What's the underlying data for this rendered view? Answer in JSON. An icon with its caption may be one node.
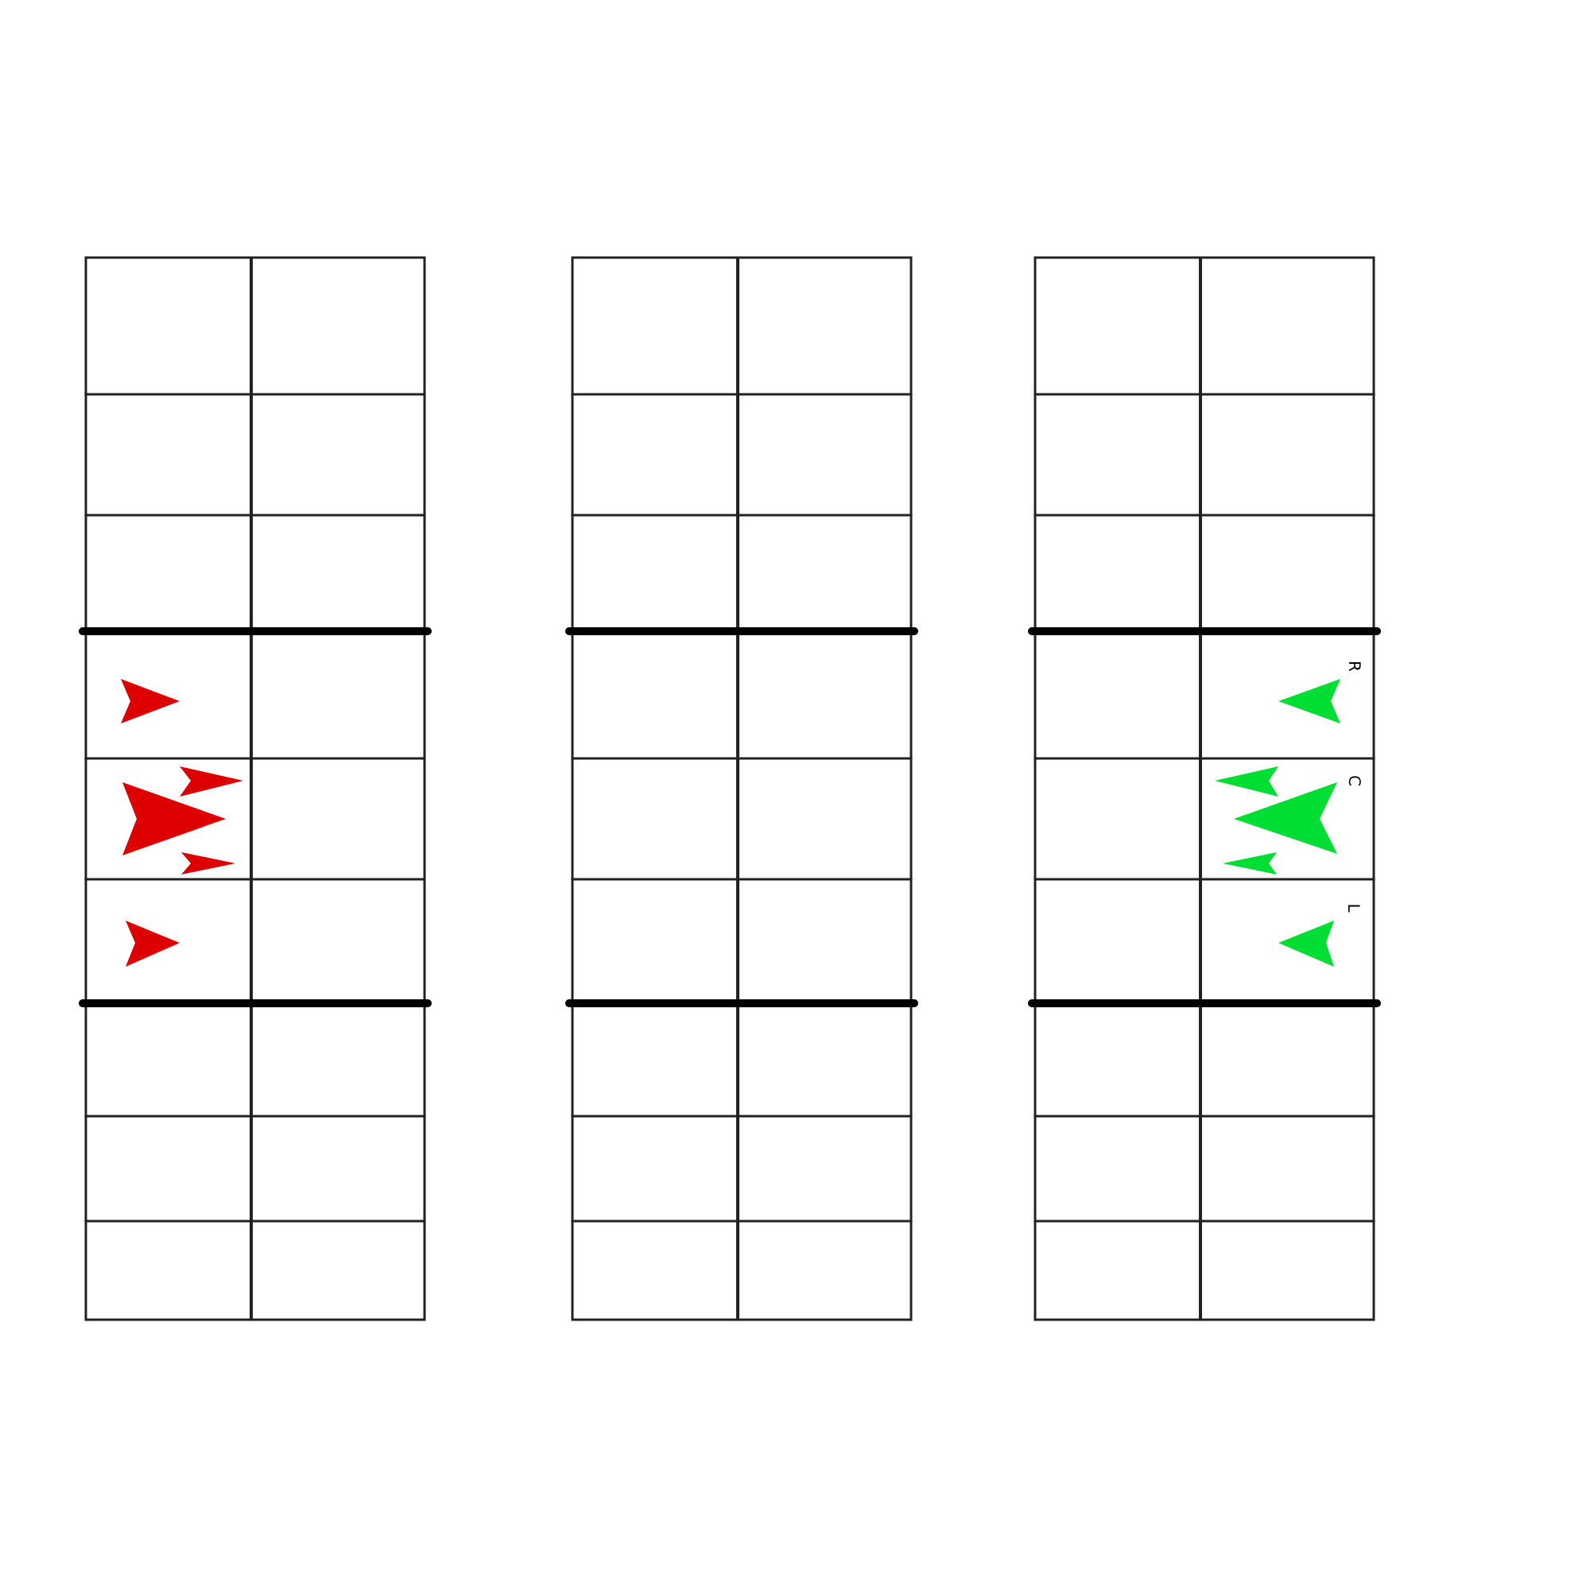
{
  "diagram": {
    "labels": [
      "R",
      "C",
      "L"
    ]
  }
}
